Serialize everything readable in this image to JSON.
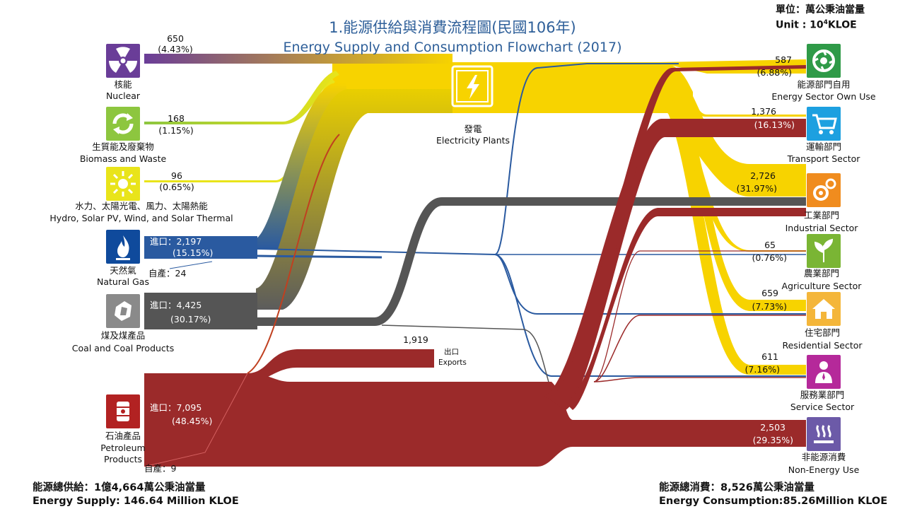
{
  "title": {
    "zh": "1.能源供給與消費流程圖(民國106年)",
    "en": "Energy Supply and Consumption Flowchart (2017)"
  },
  "unit": {
    "zh": "單位：萬公秉油當量",
    "en_prefix": "Unit : 10",
    "en_sup": "4",
    "en_suffix": "KLOE"
  },
  "sources": {
    "nuclear": {
      "zh": "核能",
      "en": "Nuclear",
      "value": "650",
      "pct": "(4.43%)",
      "color": "#6a3d98",
      "icon": "radiation-icon"
    },
    "biomass": {
      "zh": "生質能及廢棄物",
      "en": "Biomass and Waste",
      "value": "168",
      "pct": "(1.15%)",
      "color": "#8dc63f",
      "icon": "recycle-icon"
    },
    "hydro": {
      "zh": "水力、太陽光電、風力、太陽熱能",
      "en": "Hydro, Solar PV, Wind, and Solar Thermal",
      "value": "96",
      "pct": "(0.65%)",
      "color": "#e9e41a",
      "icon": "sun-icon"
    },
    "gas": {
      "zh": "天然氣",
      "en": "Natural Gas",
      "import_label": "進口：2,197",
      "pct": "(15.15%)",
      "domestic": "自產：24",
      "color": "#0f4a9c",
      "icon": "flame-icon"
    },
    "coal": {
      "zh": "煤及煤產品",
      "en": "Coal and Coal Products",
      "import_label": "進口：4,425",
      "pct": "(30.17%)",
      "color": "#8a8a8a",
      "icon": "coal-icon"
    },
    "petroleum": {
      "zh": "石油產品",
      "en1": "Petroleum",
      "en2": "Products",
      "import_label": "進口：7,095",
      "pct": "(48.45%)",
      "domestic": "自產：9",
      "color": "#b22222",
      "icon": "oil-barrel-icon"
    }
  },
  "power_plant": {
    "zh": "發電",
    "en": "Electricity Plants",
    "icon": "lightning-icon"
  },
  "exports": {
    "value": "1,919",
    "zh": "出口",
    "en": "Exports"
  },
  "sectors": {
    "own_use": {
      "zh": "能源部門自用",
      "en": "Energy Sector Own Use",
      "value": "587",
      "pct": "(6.88%)",
      "color": "#2f9a48",
      "icon": "sector-gear-icon"
    },
    "transport": {
      "zh": "運輸部門",
      "en": "Transport Sector",
      "value": "1,376",
      "pct": "(16.13%)",
      "color": "#1da0e0",
      "icon": "cart-icon"
    },
    "industrial": {
      "zh": "工業部門",
      "en": "Industrial Sector",
      "value": "2,726",
      "pct": "(31.97%)",
      "color": "#f08c1e",
      "icon": "gears-icon"
    },
    "agriculture": {
      "zh": "農業部門",
      "en": "Agriculture Sector",
      "value": "65",
      "pct": "(0.76%)",
      "color": "#7ab534",
      "icon": "plant-icon"
    },
    "residential": {
      "zh": "住宅部門",
      "en": "Residential Sector",
      "value": "659",
      "pct": "(7.73%)",
      "color": "#f4b63a",
      "icon": "house-icon"
    },
    "service": {
      "zh": "服務業部門",
      "en": "Service Sector",
      "value": "611",
      "pct": "(7.16%)",
      "color": "#b5299a",
      "icon": "worker-icon"
    },
    "non_energy": {
      "zh": "非能源消費",
      "en": "Non-Energy Use",
      "value": "2,503",
      "pct": "(29.35%)",
      "color": "#6c5aa8",
      "icon": "heat-icon"
    }
  },
  "totals": {
    "supply_zh": "能源總供給：1億4,664萬公秉油當量",
    "supply_en": "Energy Supply: 146.64 Million KLOE",
    "consumption_zh": "能源總消費：8,526萬公秉油當量",
    "consumption_en": "Energy  Consumption:85.26Million KLOE"
  },
  "flow_colors": {
    "electricity": "#f7d300",
    "petroleum": "#9b2a2a",
    "coal": "#555555",
    "gas": "#2a5aa0"
  }
}
